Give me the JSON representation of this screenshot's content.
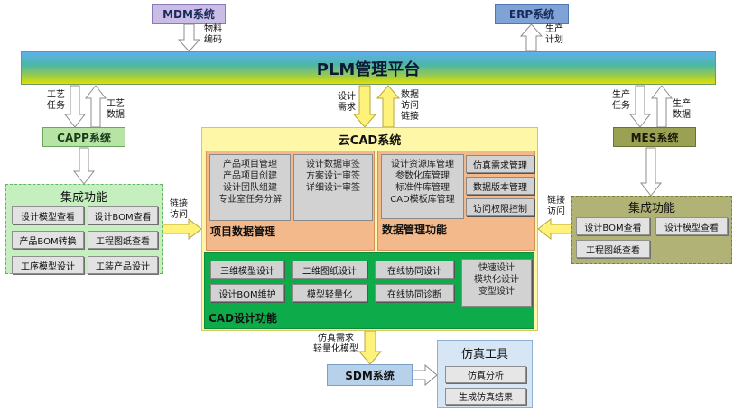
{
  "systems": {
    "mdm": "MDM系统",
    "erp": "ERP系统",
    "plm": "PLM管理平台",
    "capp": "CAPP系统",
    "mes": "MES系统",
    "sdm": "SDM系统"
  },
  "flows": {
    "mdm_plm": [
      "物料",
      "编码"
    ],
    "erp_plm": [
      "生产",
      "计划"
    ],
    "plm_capp_down": [
      "工艺",
      "任务"
    ],
    "capp_plm_up": [
      "工艺",
      "数据"
    ],
    "plm_cloud_down": [
      "设计",
      "需求"
    ],
    "cloud_plm_up": [
      "数据",
      "访问",
      "链接"
    ],
    "plm_mes_down": [
      "生产",
      "任务"
    ],
    "mes_plm_up": [
      "生产",
      "数据"
    ],
    "left_link": [
      "链接",
      "访问"
    ],
    "right_link": [
      "链接",
      "访问"
    ],
    "cloud_sdm": [
      "仿真需求",
      "轻量化模型"
    ]
  },
  "capp_integration": {
    "title": "集成功能",
    "items": [
      "设计模型查看",
      "设计BOM查看",
      "产品BOM转换",
      "工程图纸查看",
      "工序模型设计",
      "工装产品设计"
    ]
  },
  "mes_integration": {
    "title": "集成功能",
    "items": [
      "设计BOM查看",
      "设计模型查看",
      "工程图纸查看"
    ]
  },
  "cloud_cad": {
    "title": "云CAD系统",
    "project_items": [
      "产品项目管理",
      "产品项目创建",
      "设计团队组建",
      "专业室任务分解"
    ],
    "review_items": [
      "设计数据审签",
      "方案设计审签",
      "详细设计审签"
    ],
    "project_title": "项目数据管理",
    "resource_items": [
      "设计资源库管理",
      "参数化库管理",
      "标准件库管理",
      "CAD模板库管理"
    ],
    "data_buttons": [
      "仿真需求管理",
      "数据版本管理",
      "访问权限控制"
    ],
    "data_title": "数据管理功能",
    "cad_buttons": [
      "三维模型设计",
      "二维图纸设计",
      "在线协同设计",
      "设计BOM维护",
      "模型轻量化",
      "在线协同诊断"
    ],
    "fast_design": [
      "快速设计",
      "模块化设计",
      "变型设计"
    ],
    "cad_title": "CAD设计功能"
  },
  "sim_tools": {
    "title": "仿真工具",
    "items": [
      "仿真分析",
      "生成仿真结果"
    ]
  },
  "colors": {
    "arrow_fill": "#ffffff",
    "arrow_yellow": "#fff27a",
    "cad_green": "#0eab4a",
    "orange": "#f4b98a"
  }
}
